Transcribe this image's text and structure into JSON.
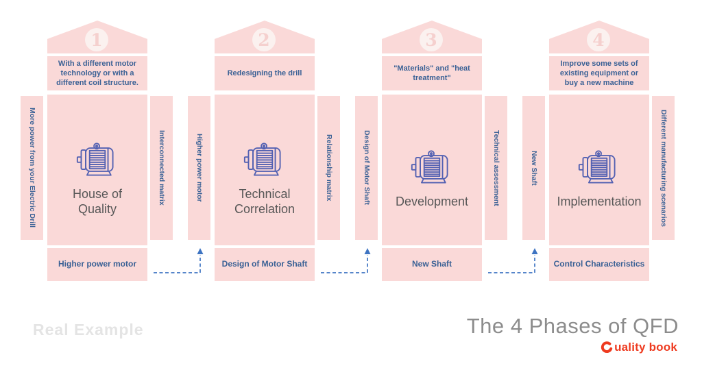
{
  "colors": {
    "pink": "#FAD9D8",
    "badge_bg": "#FBF1EF",
    "badge_number": "#F5D0CE",
    "blue_text": "#3A6195",
    "icon_blue": "#5361B2",
    "house_title": "#575757",
    "arrow_blue": "#3E74C2",
    "footer_title": "#8C8C8C",
    "watermark": "#E4E4E4",
    "logo_red": "#EE3A1F"
  },
  "phases": [
    {
      "number": "1",
      "roof_note": "With a different motor technology or with a different coil structure.",
      "left_label": "More power from your Electric Drill",
      "right_label": "Interconnected matrix",
      "title": "House of\nQuality",
      "bottom_label": "Higher power motor"
    },
    {
      "number": "2",
      "roof_note": "Redesigning the drill",
      "left_label": "Higher power motor",
      "right_label": "Relationship matrix",
      "title": "Technical\nCorrelation",
      "bottom_label": "Design of Motor Shaft"
    },
    {
      "number": "3",
      "roof_note": "\"Materials\" and \"heat treatment\"",
      "left_label": "Design of Motor Shaft",
      "right_label": "Technical assessment",
      "title": "Development",
      "bottom_label": "New Shaft"
    },
    {
      "number": "4",
      "roof_note": "Improve some sets of existing equipment or buy a new machine",
      "left_label": "New Shaft",
      "right_label": "Different manufacturing scenarios",
      "title": "Implementation",
      "bottom_label": "Control Characteristics"
    }
  ],
  "footer": {
    "watermark": "Real Example",
    "title": "The 4 Phases of QFD",
    "logo_text": "uality book"
  }
}
